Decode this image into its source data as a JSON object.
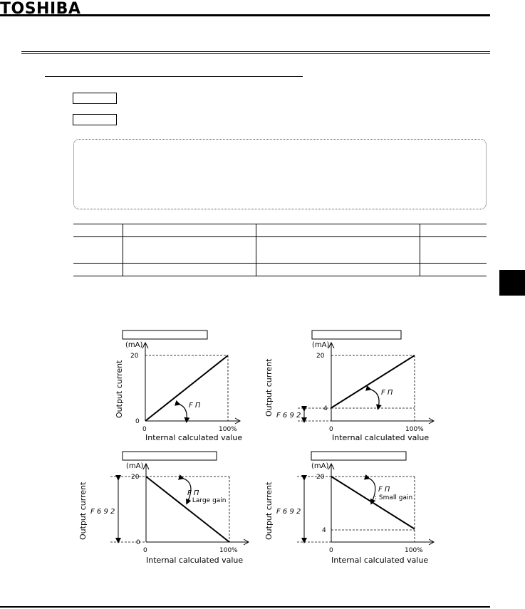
{
  "header": {
    "brand": "TOSHIBA"
  },
  "graphs": [
    {
      "ylabel_unit": "(mA)",
      "ylabel": "Output current",
      "xlabel": "Internal calculated value",
      "y_ticks": [
        "0",
        "20"
      ],
      "x_ticks": [
        "0",
        "100%"
      ],
      "gain_label": "F Π",
      "bias_label": "",
      "note": ""
    },
    {
      "ylabel_unit": "(mA)",
      "ylabel": "Output current",
      "xlabel": "Internal calculated value",
      "y_ticks": [
        "4",
        "20"
      ],
      "x_ticks": [
        "0",
        "100%"
      ],
      "gain_label": "F Π",
      "bias_label": "F 6 9 2",
      "note": ""
    },
    {
      "ylabel_unit": "(mA)",
      "ylabel": "Output current",
      "xlabel": "Internal calculated value",
      "y_ticks": [
        "0",
        "20"
      ],
      "x_ticks": [
        "0",
        "100%"
      ],
      "gain_label": "F Π",
      "bias_label": "F 6 9 2",
      "note": ": Large gain"
    },
    {
      "ylabel_unit": "(mA)",
      "ylabel": "Output current",
      "xlabel": "Internal calculated value",
      "y_ticks": [
        "4",
        "20"
      ],
      "x_ticks": [
        "0",
        "100%"
      ],
      "gain_label": "F Π",
      "bias_label": "F 6 9 2",
      "note": ": Small gain"
    }
  ],
  "chart_data": [
    {
      "type": "line",
      "xlim": [
        0,
        100
      ],
      "ylim": [
        0,
        20
      ],
      "series": [
        {
          "x": [
            0,
            100
          ],
          "y": [
            0,
            20
          ]
        }
      ]
    },
    {
      "type": "line",
      "xlim": [
        0,
        100
      ],
      "ylim": [
        0,
        20
      ],
      "series": [
        {
          "x": [
            0,
            100
          ],
          "y": [
            4,
            20
          ]
        }
      ]
    },
    {
      "type": "line",
      "xlim": [
        0,
        100
      ],
      "ylim": [
        0,
        20
      ],
      "series": [
        {
          "x": [
            0,
            100
          ],
          "y": [
            20,
            0
          ]
        }
      ]
    },
    {
      "type": "line",
      "xlim": [
        0,
        100
      ],
      "ylim": [
        0,
        20
      ],
      "series": [
        {
          "x": [
            0,
            100
          ],
          "y": [
            20,
            4
          ]
        }
      ]
    }
  ]
}
